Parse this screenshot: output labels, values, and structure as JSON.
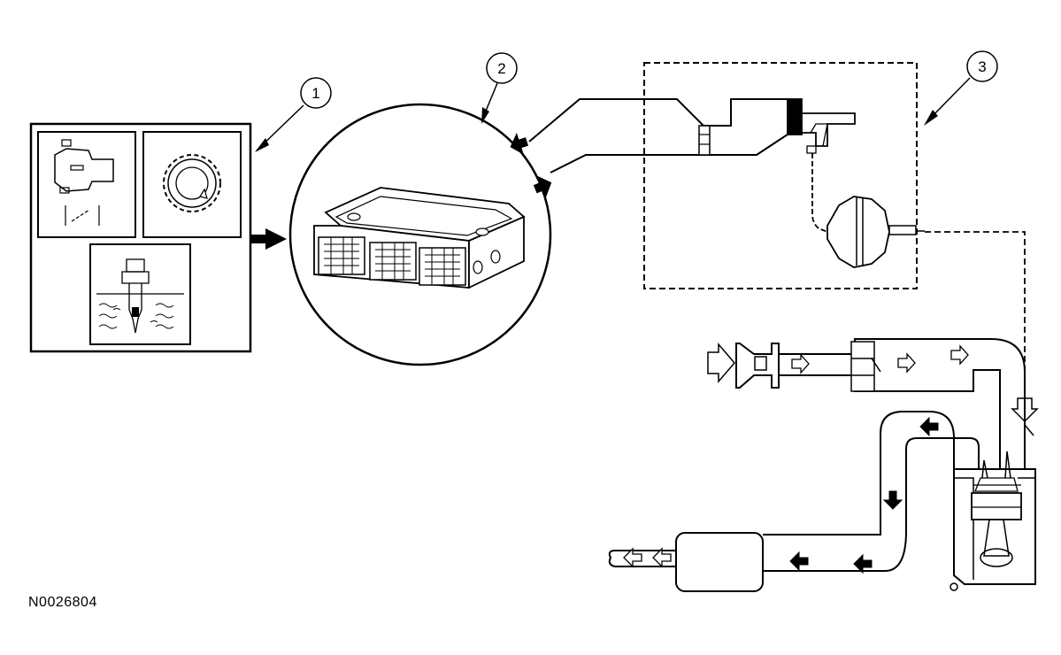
{
  "callouts": [
    {
      "id": "1",
      "label": "1"
    },
    {
      "id": "2",
      "label": "2"
    },
    {
      "id": "3",
      "label": "3"
    }
  ],
  "figure_id": "N0026804",
  "colors": {
    "line": "#000000",
    "background": "#ffffff",
    "fill_light": "#ffffff",
    "fill_dark": "#000000"
  }
}
